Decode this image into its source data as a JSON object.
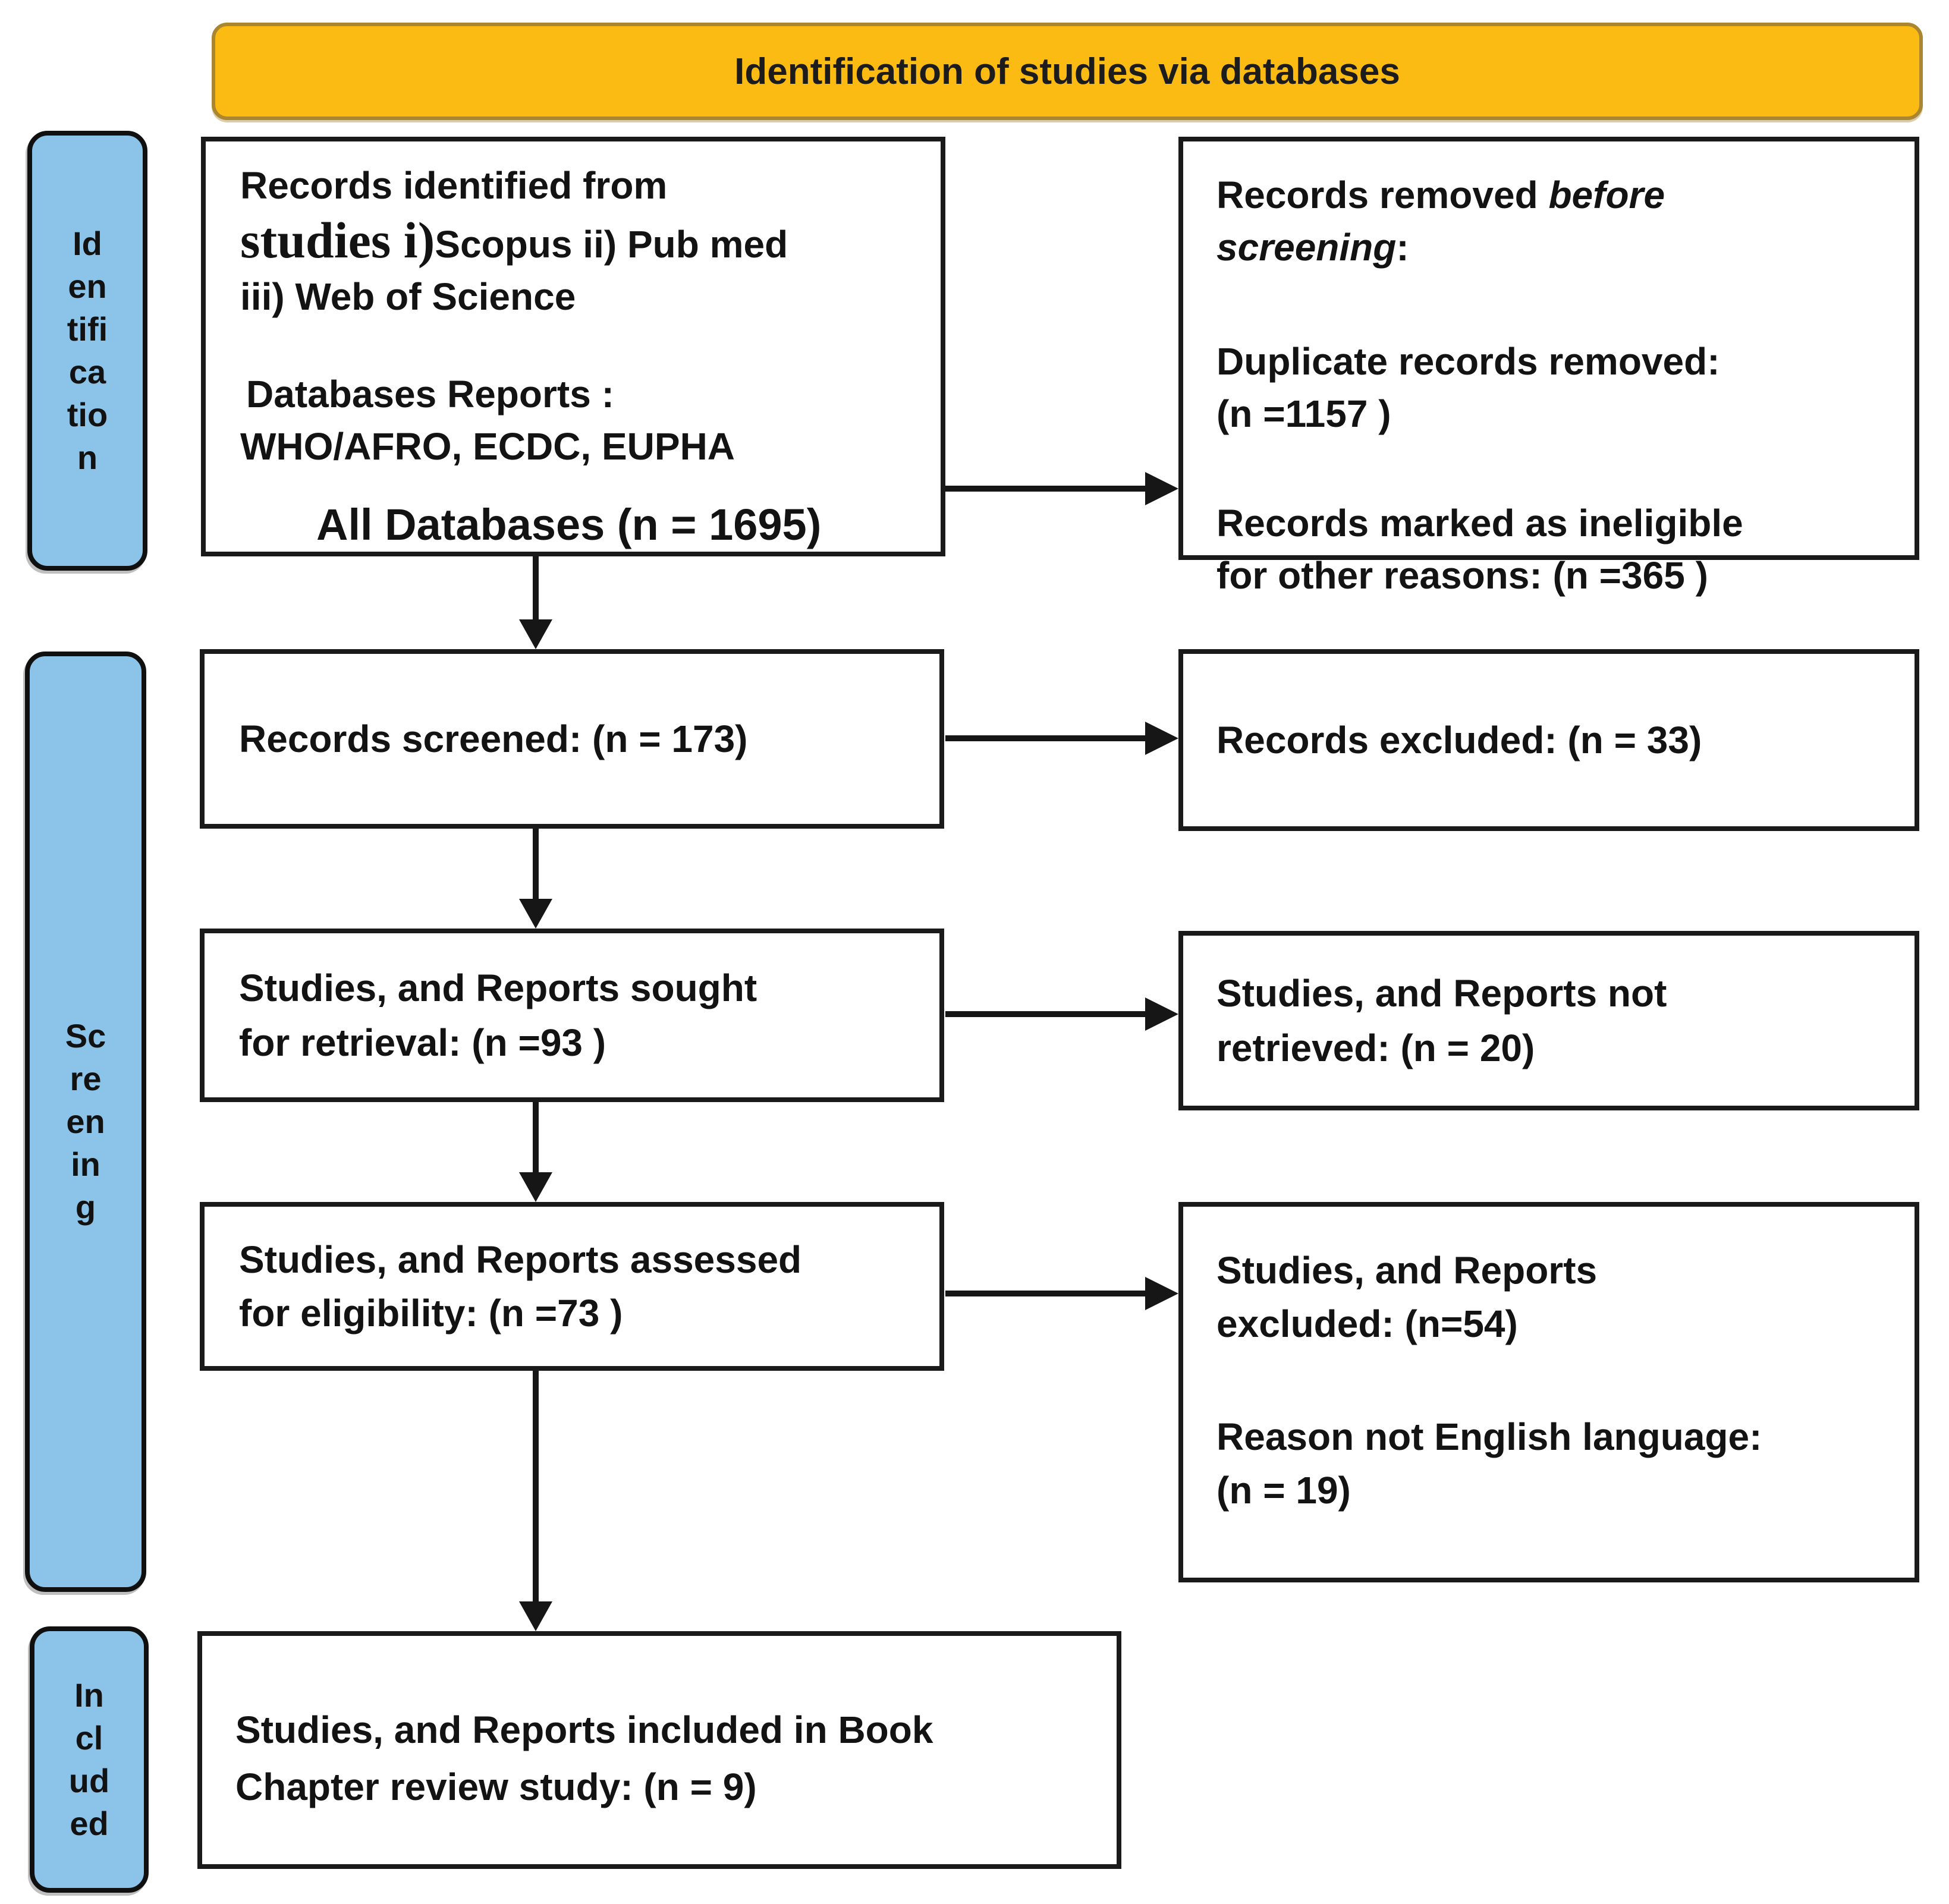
{
  "banner": {
    "title": "Identification of studies via databases"
  },
  "stages": {
    "identification": "Id\nen\ntifi\nca\ntio\nn",
    "screening": "Sc\nre\nen\nin\ng",
    "included": "In\ncl\nud\ned"
  },
  "boxes": {
    "identified": {
      "line1": "Records identified from",
      "studies_serif": "studies i)",
      "line2_rest": "Scopus ii) Pub med",
      "line3": "iii) Web of Science",
      "reports_label": "Databases Reports :",
      "reports_sources": "WHO/AFRO, ECDC, EUPHA",
      "total": "All Databases (n = 1695)"
    },
    "removed_before_screening": {
      "line1_pre": "Records removed ",
      "line1_italic": "before",
      "line2_italic": "screening",
      "line2_post": ":",
      "duplicates": "Duplicate records removed:",
      "duplicates_n": "(n =1157 )",
      "ineligible_line1": "Records marked as ineligible",
      "ineligible_line2": "for other reasons: (n =365 )"
    },
    "screened": {
      "text": "Records screened: (n = 173)"
    },
    "excluded": {
      "text": "Records excluded: (n = 33)"
    },
    "sought": {
      "line1": "Studies, and Reports sought",
      "line2": "for retrieval: (n =93 )"
    },
    "not_retrieved": {
      "line1": "Studies, and Reports not",
      "line2": "retrieved: (n = 20)"
    },
    "assessed": {
      "line1": "Studies, and Reports assessed",
      "line2": "for eligibility: (n =73 )"
    },
    "reports_excluded": {
      "line1": "Studies, and Reports",
      "line2": "excluded: (n=54)",
      "reason_line1": "Reason not English language:",
      "reason_line2": "(n = 19)"
    },
    "included_final": {
      "line1": "Studies, and Reports included in Book",
      "line2": "Chapter review study: (n = 9)"
    }
  },
  "colors": {
    "banner-fill": "#FCBB13",
    "banner-border": "#A9862F",
    "stage-fill": "#8CC3E8",
    "box-border": "#1A1A1A",
    "text": "#111111"
  }
}
